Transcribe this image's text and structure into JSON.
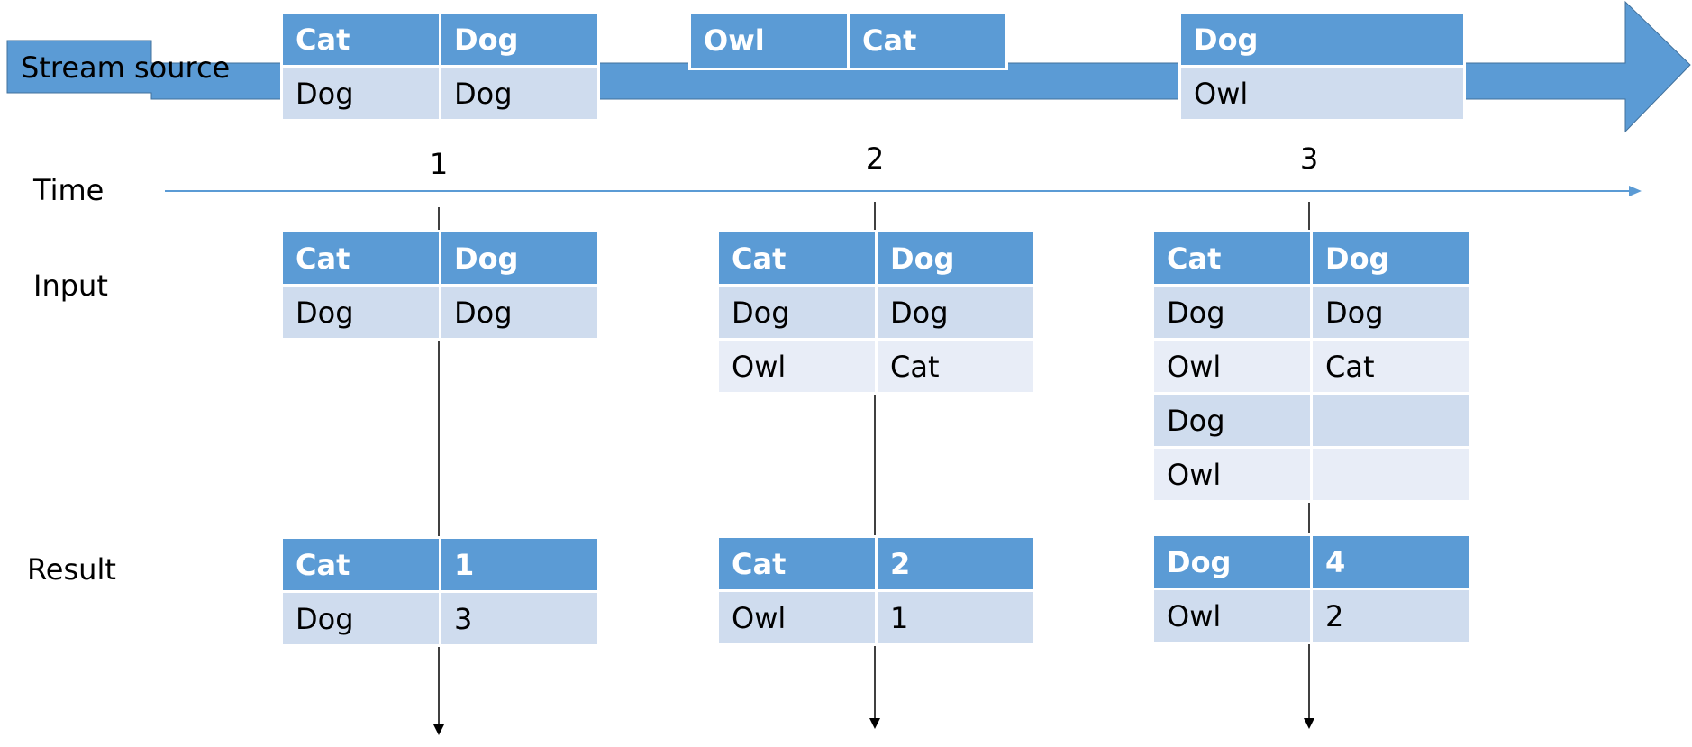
{
  "colors": {
    "accent": "#5b9bd5",
    "header_text": "#ffffff",
    "row_odd": "#cfdcee",
    "row_even": "#e8edf7",
    "timeline": "#5b9bd5",
    "line": "#000000"
  },
  "labels": {
    "stream_source": "Stream source",
    "time": "Time",
    "input": "Input",
    "result": "Result"
  },
  "ticks": [
    "1",
    "2",
    "3"
  ],
  "stream_chunks": [
    {
      "rows": [
        [
          "Cat",
          "Dog"
        ],
        [
          "Dog",
          "Dog"
        ]
      ]
    },
    {
      "rows": [
        [
          "Owl",
          "Cat"
        ]
      ]
    },
    {
      "rows": [
        [
          "Dog"
        ],
        [
          "Owl"
        ]
      ]
    }
  ],
  "inputs": [
    {
      "rows": [
        [
          "Cat",
          "Dog"
        ],
        [
          "Dog",
          "Dog"
        ]
      ]
    },
    {
      "rows": [
        [
          "Cat",
          "Dog"
        ],
        [
          "Dog",
          "Dog"
        ],
        [
          "Owl",
          "Cat"
        ]
      ]
    },
    {
      "rows": [
        [
          "Cat",
          "Dog"
        ],
        [
          "Dog",
          "Dog"
        ],
        [
          "Owl",
          "Cat"
        ],
        [
          "Dog",
          ""
        ],
        [
          "Owl",
          ""
        ]
      ]
    }
  ],
  "results": [
    {
      "rows": [
        [
          "Cat",
          "1"
        ],
        [
          "Dog",
          "3"
        ]
      ]
    },
    {
      "rows": [
        [
          "Cat",
          "2"
        ],
        [
          "Owl",
          "1"
        ]
      ]
    },
    {
      "rows": [
        [
          "Dog",
          "4"
        ],
        [
          "Owl",
          "2"
        ]
      ]
    }
  ]
}
